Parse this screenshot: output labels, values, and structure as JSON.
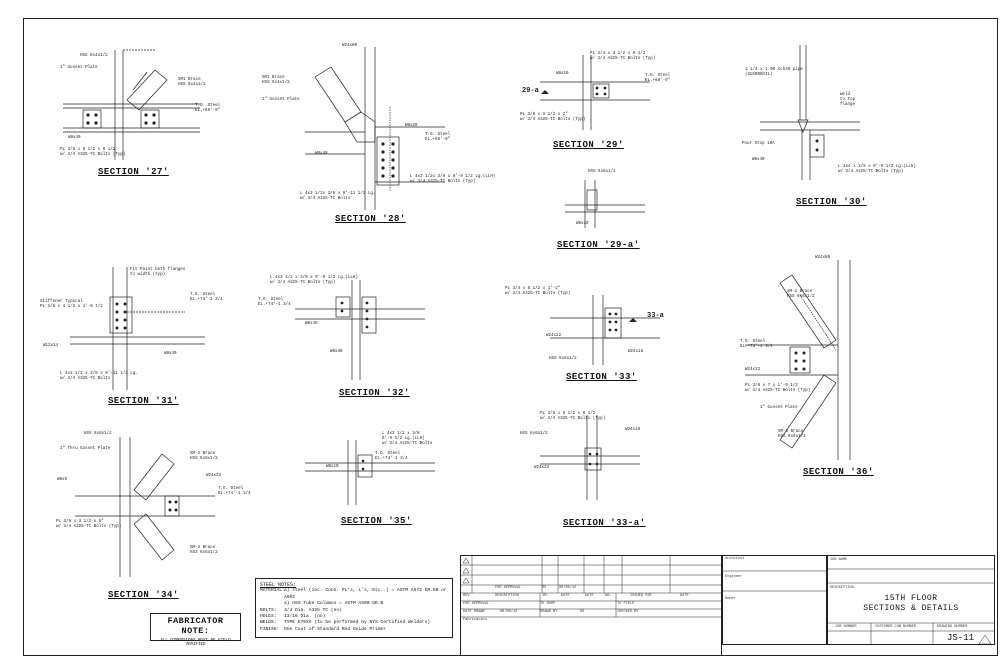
{
  "sections": {
    "s27": "SECTION '27'",
    "s28": "SECTION '28'",
    "s29": "SECTION '29'",
    "s29a": "SECTION '29-a'",
    "s30": "SECTION '30'",
    "s31": "SECTION '31'",
    "s32": "SECTION '32'",
    "s33": "SECTION '33'",
    "s33a": "SECTION '33-a'",
    "s34": "SECTION '34'",
    "s35": "SECTION '35'",
    "s36": "SECTION '36'"
  },
  "callouts": {
    "c27_hss": "HSS 6x4x1/2",
    "c27_gusset": "1\" Gusset Plate",
    "c27_brace": "SM1 Brace\nHSS 6x4x1/2",
    "c27_tos": "T.O. Steel\nEL.+68'-0\"",
    "c27_beam": "W8x40",
    "c27_pl": "PL 3/8 x 9 1/2 x 9 1/2\nw/ 3/4 A325-TC Bolts (Typ)",
    "c28_col": "W24x80",
    "c28_brace": "SM1 Brace\nHSS 6x4x1/2",
    "c28_gusset": "1\" Gusset Plate",
    "c28_w": "W8x28",
    "c28_tos": "T.O. Steel\nEL.+68'-0\"",
    "c28_beam": "W8x40",
    "c28_ang": "L 4x3 1/2x 3/8 x 0'-9 1/2 Lg.(LLH)\nw/ 3/4 A325-TC Bolts (Typ)",
    "c28_ang2": "L 4x3 1/2x 3/8 x 0'-11 1/2 Lg.\nw/ 3/4 A325-TC Bolts",
    "c29_pl": "PL 3/4 x 3 1/2 x 6 1/2\nw/ 3/4 A325-TC Bolts (Typ)",
    "c29_tos": "T.O. Steel\nEL.+68'-0\"",
    "c29_w": "W8x10",
    "c29_pl2": "PL 3/8 x 3 1/2 x 2\"\nw/ 3/4 A325-TC Bolts (Typ)",
    "c29_ref": "29-a",
    "c29a_hss": "HSS 6x6x1/2",
    "c29a_w": "W8x10",
    "c30_pipe": "1 1/4 x 1.00 sch40 pipe\n(GUARDRAIL)",
    "c30_weld": "weld\nto top\nflange",
    "c30_plate": "Pour Stop 10A",
    "c30_beam": "W8x40",
    "c30_ang": "L 4x4 x 3/8 x 0'-9 1/2 Lg.(LLH)\nw/ 3/4 A325-TC Bolts (Typ)",
    "c31_note": "Fit Paint both flanges\nto width (typ)",
    "c31_stiff": "Stiffener Typical\nPL 3/8 x 4 1/2 x 1'-8 1/2",
    "c31_ang": "L 4x3 1/2 x 3/8 x 0'-11 1/2 Lg.\nw/ 3/4 A325-TC Bolts",
    "c31_tos": "T.O. Steel\nEL.+74'-1 3/4",
    "c31_beam": "W8x40",
    "c31_w": "W12x14",
    "c32_ang": "L 4x3 1/2 x 3/8 x 0'-9 1/2 Lg.(LLH)\nw/ 3/4 A325-TC Bolts (Typ)",
    "c32_tos": "T.O. Steel\nEL.+74'-1 3/4",
    "c32_w": "W8x40",
    "c32_col": "W8x40",
    "c33_pl": "PL 3/4 x 8 1/2 x 1'-2\"\nw/ 3/4 A325-TC Bolts (Typ)",
    "c33_ref": "33-a",
    "c33_w": "W24x22",
    "c33_w2": "W24x18",
    "c33_hss": "HSS 6x6x1/2",
    "c33a_pl": "PL 3/8 x 6 1/2 x 8 1/2\nw/ 3/4 A325-TC Bolts (Typ)",
    "c33a_hss": "HSS 6x6x1/2",
    "c33a_w": "W24x22",
    "c33a_w2": "W24x18",
    "c34_hss": "HSS 6x6x1/2",
    "c34_gusset": "1\" Thru Gusset Plate",
    "c34_brace": "SM-3 Brace\nHSS 6x6x1/2",
    "c34_w": "W8x9",
    "c34_w2": "W24x22",
    "c34_tos": "T.O. Steel\nEL.+74'-1 3/4",
    "c34_pl": "PL 3/8 x 3 1/2 x 5\"\nw/ 3/4 A325-TC Bolts (Typ)",
    "c35_ang": "L 4x3 1/2 x 3/8\n0'-9 1/2 Lg.(LLH)\nw/ 3/4 A325-TC Bolts",
    "c35_tos": "T.O. Steel\nEL.+74'-1 3/4",
    "c35_w": "W8x10",
    "c36_col": "W24x80",
    "c36_brace": "SM-3 Brace\nHSS 6x6x1/2",
    "c36_tos": "T.O. Steel\nEL.+74'-1 3/4",
    "c36_w": "W24x22",
    "c36_pl": "PL 3/8 x 7 x 1'-9 1/2\nw/ 3/4 A325-TC Bolts (Typ)",
    "c36_gusset": "1\" Gusset Plate",
    "c36_brace2": "SM-3 Brace\nHSS 6x6x1/2"
  },
  "fabricator_note": {
    "title": "FABRICATOR NOTE:",
    "body": "ALL DIMENSIONS MUST BE FIELD VERIFIED"
  },
  "steel_notes": {
    "header": "STEEL NOTES:",
    "material_key": "MATERIAL:",
    "material_1": "a) steel (inc. Conn. PL's, L's, Etc..) = ASTM A572 GR.50 or A992",
    "material_2": "a) HSS Tube Columns = ASTM A500 GR.B",
    "bolts_key": "BOLTS:",
    "bolts": "3/4 Dia. A325 TC (no)",
    "holes_key": "HOLES:",
    "holes": "13/16 Dia. (no)",
    "welds_key": "WELDS:",
    "welds": "TYPE E70XX (to be performed by NYS Certified Welders)",
    "finish_key": "FINISH:",
    "finish": "One Coat of Standard Red Oxide Primer"
  },
  "title_block": {
    "rev_row_1": "FOR APPROVAL",
    "rev_1_by": "SS",
    "rev_1_date": "00/00/12",
    "hdr_rev": "REV",
    "hdr_desc": "DESCRIPTION",
    "hdr_by": "BY",
    "hdr_date": "DATE",
    "hdr_date2": "DATE",
    "hdr_no": "NO.",
    "hdr_issued": "ISSUED FOR",
    "hdr_date3": "DATE",
    "for_approval": "FOR APPROVAL",
    "date_drawn": "DATE DRAWN",
    "date_val": "00/00/12",
    "to_shop": "TO SHOP",
    "drawn_by": "DRAWN BY",
    "drawn_val": "SS",
    "to_field": "TO FIELD",
    "checked_by": "CHECKED BY",
    "fabrication": "Fabrication",
    "architect": "Architect",
    "engineer": "Engineer",
    "owner": "Owner",
    "job_name": "JOB NAME",
    "description": "DESCRIPTION",
    "title_line1": "15TH FLOOR",
    "title_line2": "SECTIONS & DETAILS",
    "job_number": "JOB NUMBER",
    "customer_job": "CUSTOMER JOB NUMBER",
    "drawing_number": "DRAWING NUMBER",
    "dwg_no": "JS-11"
  }
}
